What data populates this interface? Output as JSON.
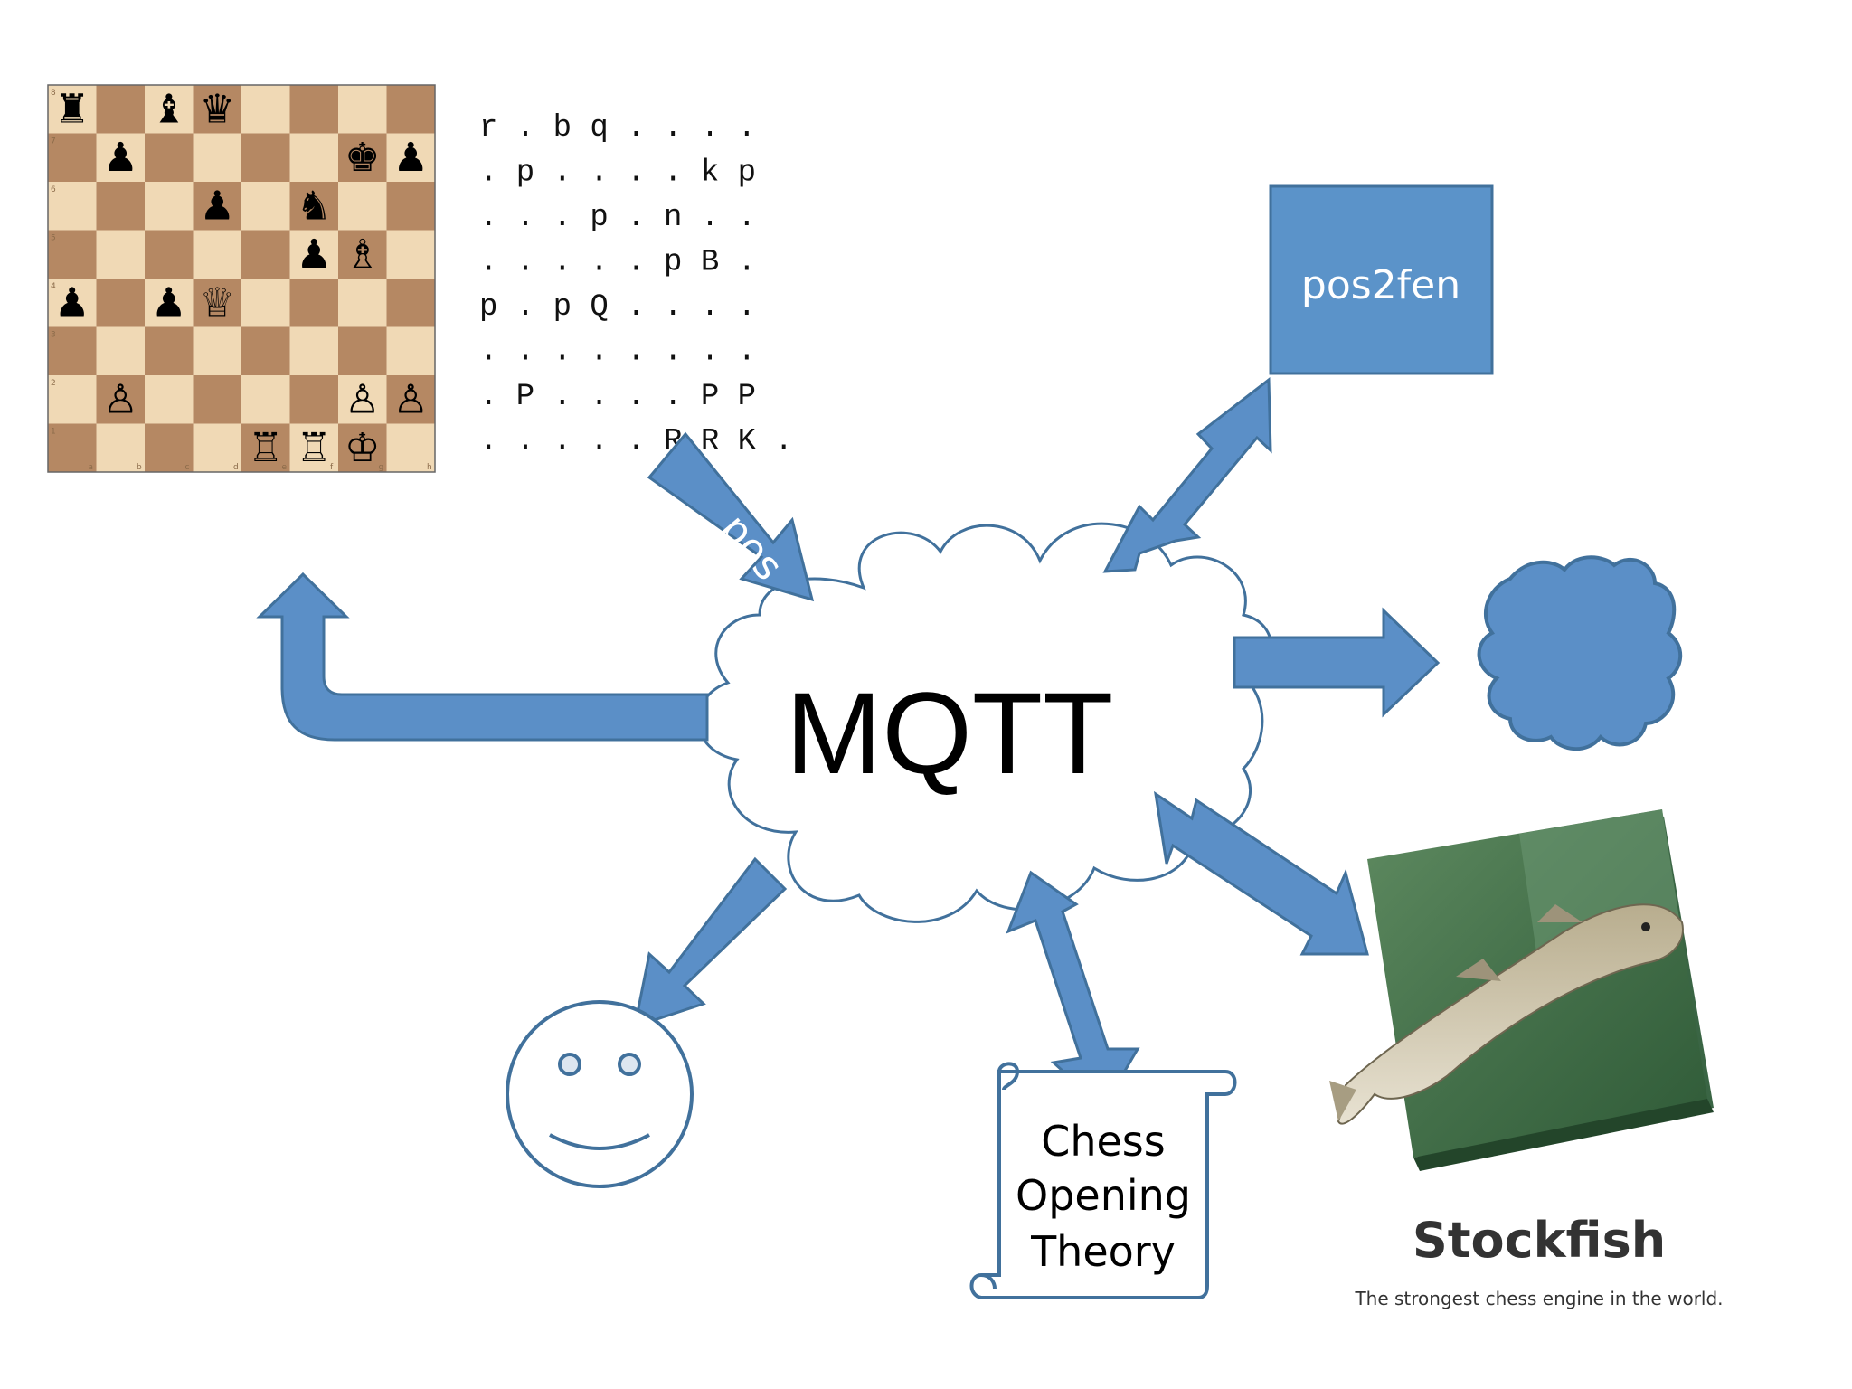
{
  "diagram": {
    "hub_label": "MQTT",
    "pos_arrow_label": "pos",
    "pos2fen_label": "pos2fen",
    "scroll_lines": [
      "Chess",
      "Opening",
      "Theory"
    ],
    "stockfish_title": "Stockfish",
    "stockfish_tagline": "The strongest chess engine in the world.",
    "colors": {
      "arrow_fill": "#5b8fc7",
      "arrow_stroke": "#41719c",
      "box_fill": "#5b93c9",
      "board_light": "#f0d9b5",
      "board_dark": "#b58863"
    }
  },
  "ascii_board": [
    "r . b q . . . .",
    ". p . . . . k p",
    ". . . p . n . .",
    ". . . . . p B .",
    "p . p Q . . . .",
    ". . . . . . . .",
    ". P . . . . P P",
    ". . . . . R R K ."
  ],
  "board": {
    "ranks": [
      "8",
      "7",
      "6",
      "5",
      "4",
      "3",
      "2",
      "1"
    ],
    "files": [
      "a",
      "b",
      "c",
      "d",
      "e",
      "f",
      "g",
      "h"
    ],
    "pieces": [
      {
        "sq": "a8",
        "g": "♜"
      },
      {
        "sq": "c8",
        "g": "♝"
      },
      {
        "sq": "d8",
        "g": "♛"
      },
      {
        "sq": "b7",
        "g": "♟"
      },
      {
        "sq": "g7",
        "g": "♚"
      },
      {
        "sq": "h7",
        "g": "♟"
      },
      {
        "sq": "d6",
        "g": "♟"
      },
      {
        "sq": "f6",
        "g": "♞"
      },
      {
        "sq": "f5",
        "g": "♟"
      },
      {
        "sq": "g5",
        "g": "♗"
      },
      {
        "sq": "a4",
        "g": "♟"
      },
      {
        "sq": "c4",
        "g": "♟"
      },
      {
        "sq": "d4",
        "g": "♕"
      },
      {
        "sq": "b2",
        "g": "♙"
      },
      {
        "sq": "g2",
        "g": "♙"
      },
      {
        "sq": "h2",
        "g": "♙"
      },
      {
        "sq": "e1",
        "g": "♖"
      },
      {
        "sq": "f1",
        "g": "♖"
      },
      {
        "sq": "g1",
        "g": "♔"
      }
    ]
  }
}
